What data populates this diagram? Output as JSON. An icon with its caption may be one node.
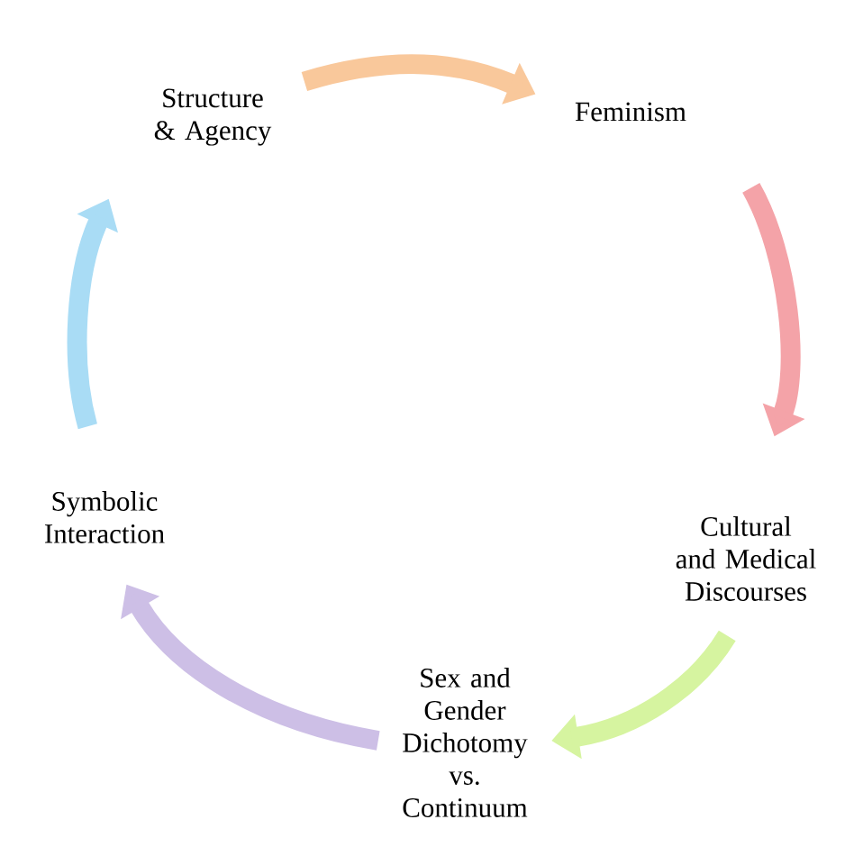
{
  "diagram": {
    "nodes": [
      {
        "text": [
          "Feminism"
        ]
      },
      {
        "text": [
          "Cultural and Medical Discourses"
        ]
      },
      {
        "text": [
          "Sex and Gender Dichotomy vs. Continuum"
        ]
      },
      {
        "text": [
          "Symbolic Interaction"
        ]
      },
      {
        "text": [
          "Structure & Agency"
        ]
      }
    ],
    "edges": [
      {
        "from": 4,
        "to": 0,
        "arrow": "to",
        "color": "#f9c89b"
      },
      {
        "from": 0,
        "to": 1,
        "arrow": "to",
        "color": "#f4a3a8"
      },
      {
        "from": 1,
        "to": 2,
        "arrow": "to",
        "color": "#d6f4a0"
      },
      {
        "from": 2,
        "to": 3,
        "arrow": "to",
        "color": "#cdbfe6"
      },
      {
        "from": 3,
        "to": 4,
        "arrow": "to",
        "color": "#a9dcf5"
      }
    ]
  }
}
